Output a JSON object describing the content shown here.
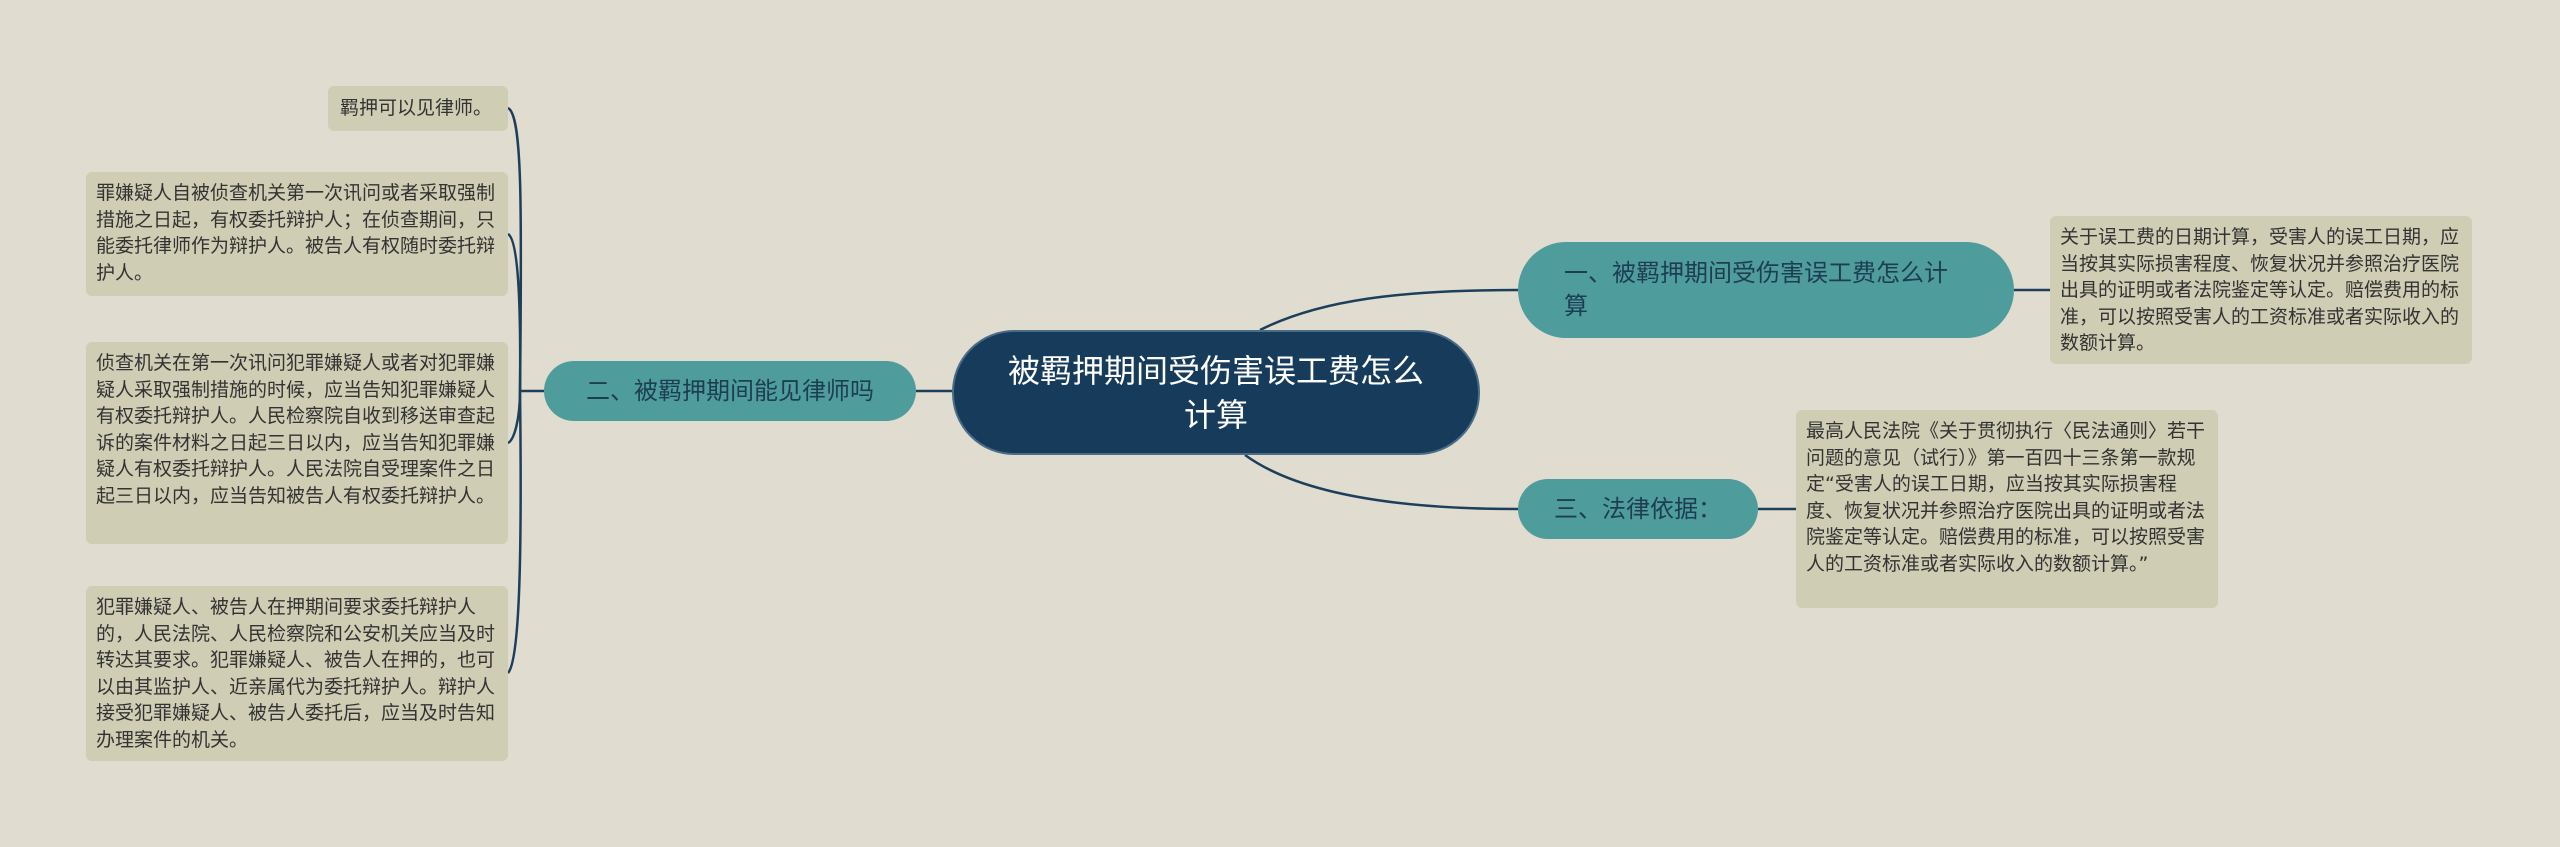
{
  "root": {
    "title": "被羁押期间受伤害误工费怎么计算"
  },
  "branches": [
    {
      "label": "一、被羁押期间受伤害误工费怎么计算"
    },
    {
      "label": "二、被羁押期间能见律师吗"
    },
    {
      "label": "三、法律依据："
    }
  ],
  "leaves": {
    "branch1": [
      "关于误工费的日期计算，受害人的误工日期，应当按其实际损害程度、恢复状况并参照治疗医院出具的证明或者法院鉴定等认定。赔偿费用的标准，可以按照受害人的工资标准或者实际收入的数额计算。"
    ],
    "branch2": [
      "羁押可以见律师。",
      "罪嫌疑人自被侦查机关第一次讯问或者采取强制措施之日起，有权委托辩护人；在侦查期间，只能委托律师作为辩护人。被告人有权随时委托辩护人。",
      "侦查机关在第一次讯问犯罪嫌疑人或者对犯罪嫌疑人采取强制措施的时候，应当告知犯罪嫌疑人有权委托辩护人。人民检察院自收到移送审查起诉的案件材料之日起三日以内，应当告知犯罪嫌疑人有权委托辩护人。人民法院自受理案件之日起三日以内，应当告知被告人有权委托辩护人。",
      "犯罪嫌疑人、被告人在押期间要求委托辩护人的，人民法院、人民检察院和公安机关应当及时转达其要求。犯罪嫌疑人、被告人在押的，也可以由其监护人、近亲属代为委托辩护人。辩护人接受犯罪嫌疑人、被告人委托后，应当及时告知办理案件的机关。"
    ],
    "branch3": [
      "最高人民法院《关于贯彻执行〈民法通则〉若干问题的意见（试行）》第一百四十三条第一款规定“受害人的误工日期，应当按其实际损害程度、恢复状况并参照治疗医院出具的证明或者法院鉴定等认定。赔偿费用的标准，可以按照受害人的工资标准或者实际收入的数额计算。”"
    ]
  },
  "colors": {
    "background": "#e0ddd0",
    "root_fill": "#173c5b",
    "branch_fill": "#4f9c9c",
    "leaf_fill": "#cfcdb4",
    "connector": "#1e3f5a"
  }
}
